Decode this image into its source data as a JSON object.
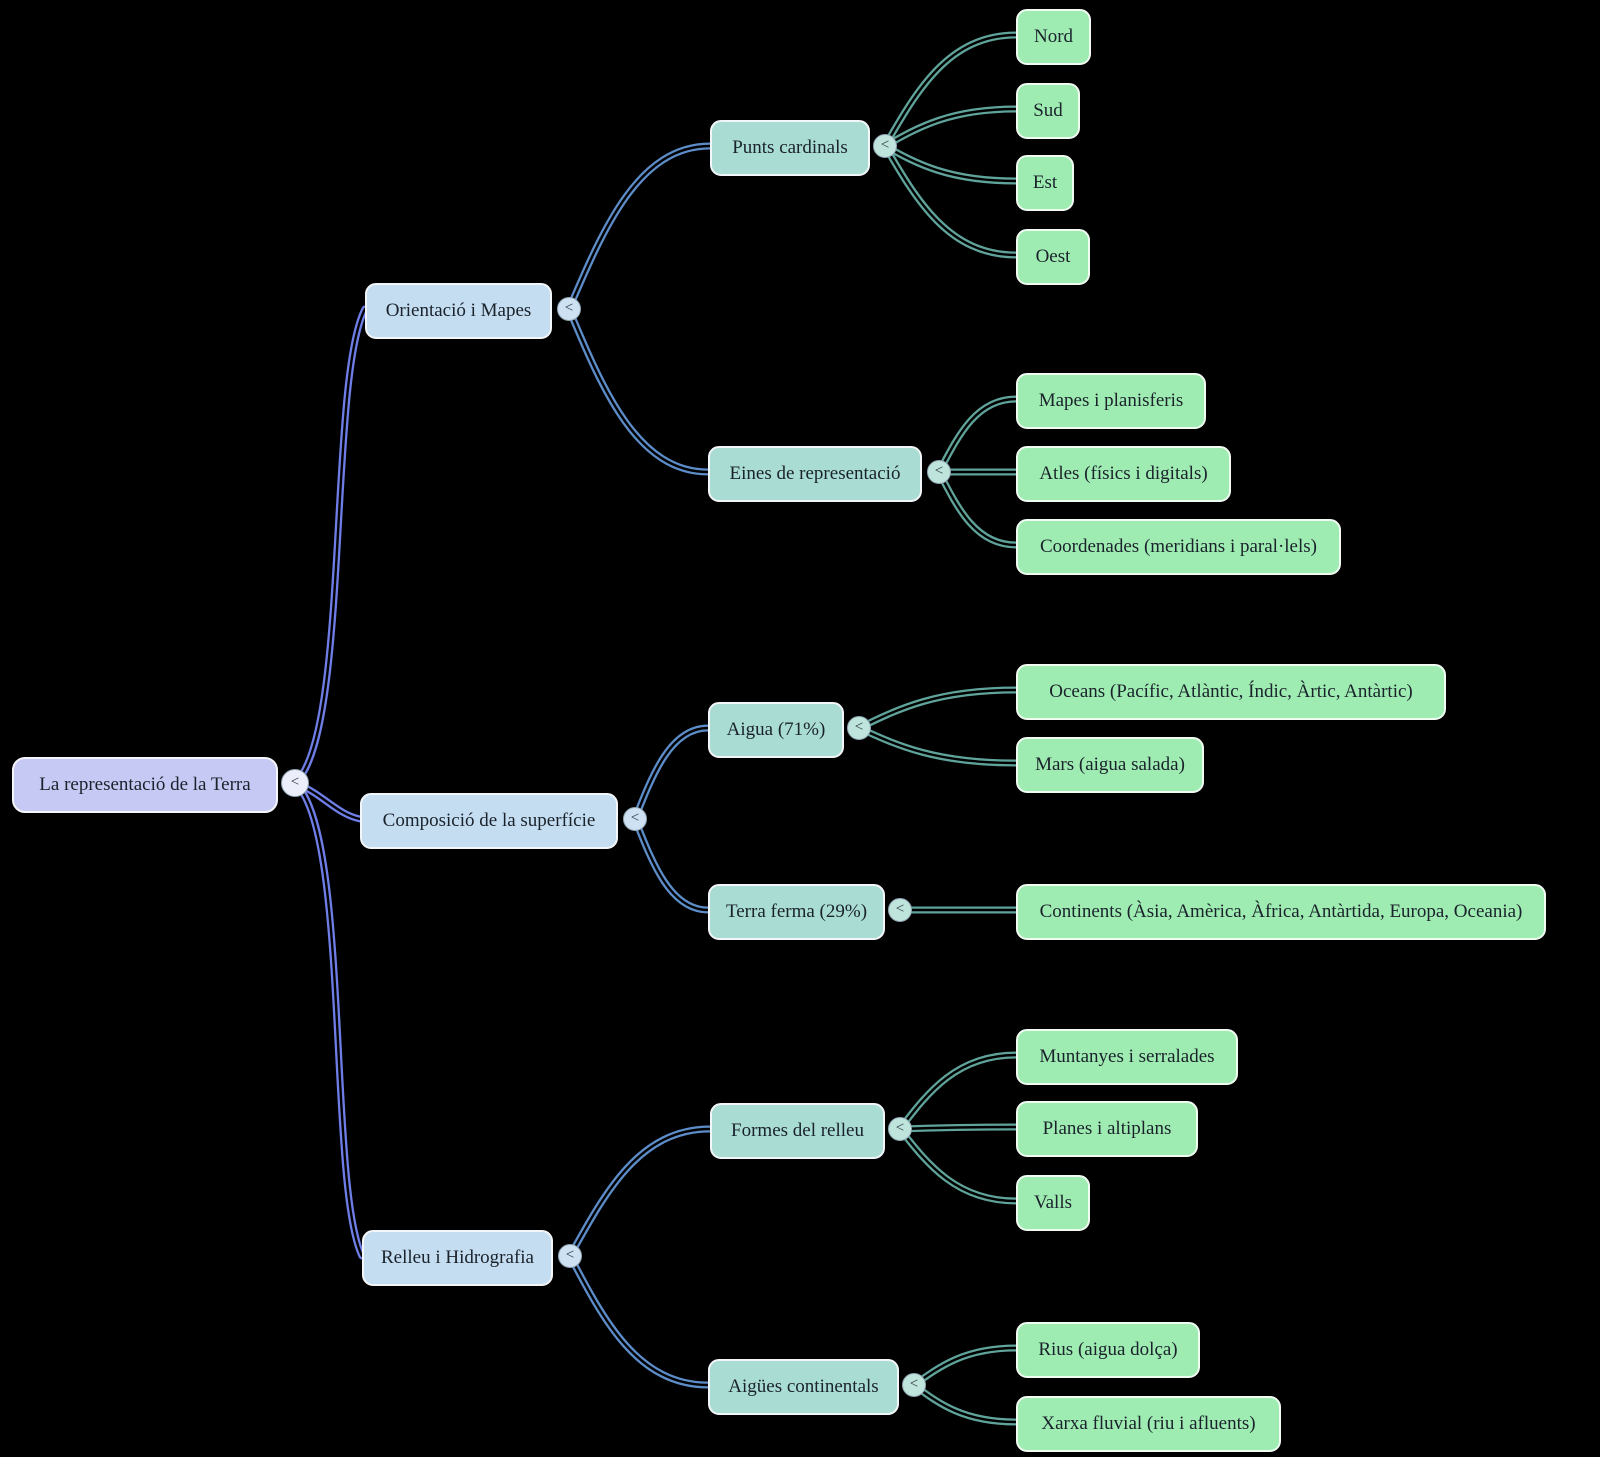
{
  "diagram": {
    "type": "mindmap",
    "background_color": "#000000",
    "collapse_glyph": "<",
    "palette": {
      "root_fill": "#c6c9f3",
      "level1_fill": "#c5ddf1",
      "level2_fill": "#a9dcd3",
      "level3_fill": "#9fecb2",
      "edge_root_to_level1": "#6e7ee6",
      "edge_level1_to_level2": "#5d8dc9",
      "edge_level2_to_level3": "#5fa39a"
    },
    "root": {
      "label": "La representació de la Terra"
    },
    "branches": [
      {
        "label": "Orientació i Mapes",
        "children": [
          {
            "label": "Punts cardinals",
            "children": [
              {
                "label": "Nord"
              },
              {
                "label": "Sud"
              },
              {
                "label": "Est"
              },
              {
                "label": "Oest"
              }
            ]
          },
          {
            "label": "Eines de representació",
            "children": [
              {
                "label": "Mapes i planisferis"
              },
              {
                "label": "Atles (físics i digitals)"
              },
              {
                "label": "Coordenades (meridians i paral·lels)"
              }
            ]
          }
        ]
      },
      {
        "label": "Composició de la superfície",
        "children": [
          {
            "label": "Aigua (71%)",
            "children": [
              {
                "label": "Oceans (Pacífic, Atlàntic, Índic, Àrtic, Antàrtic)"
              },
              {
                "label": "Mars (aigua salada)"
              }
            ]
          },
          {
            "label": "Terra ferma (29%)",
            "children": [
              {
                "label": "Continents (Àsia, Amèrica, Àfrica, Antàrtida, Europa, Oceania)"
              }
            ]
          }
        ]
      },
      {
        "label": "Relleu i Hidrografia",
        "children": [
          {
            "label": "Formes del relleu",
            "children": [
              {
                "label": "Muntanyes i serralades"
              },
              {
                "label": "Planes i altiplans"
              },
              {
                "label": "Valls"
              }
            ]
          },
          {
            "label": "Aigües continentals",
            "children": [
              {
                "label": "Rius (aigua dolça)"
              },
              {
                "label": "Xarxa fluvial (riu i afluents)"
              }
            ]
          }
        ]
      }
    ]
  }
}
